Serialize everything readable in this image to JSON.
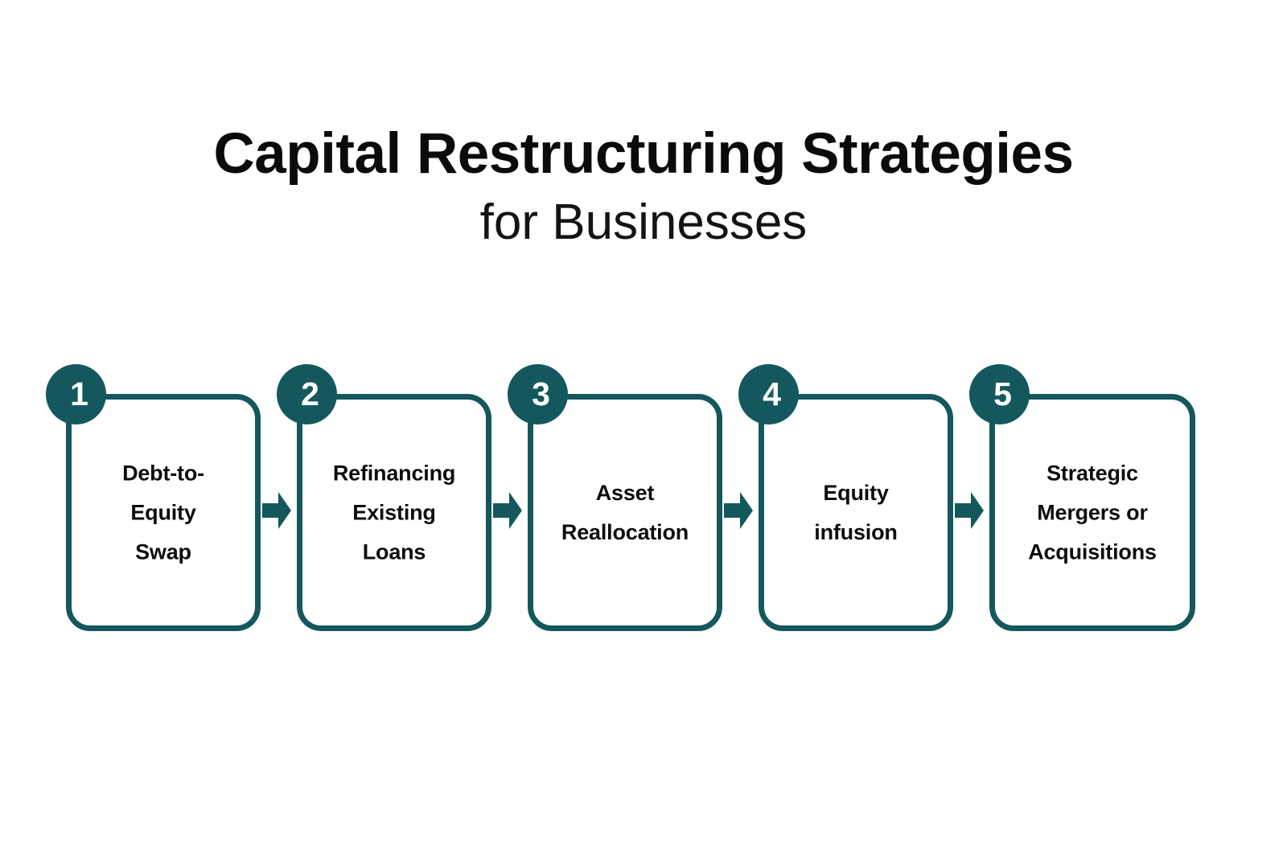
{
  "title": {
    "line1": "Capital Restructuring Strategies",
    "line2": "for Businesses"
  },
  "colors": {
    "accent": "#14585d",
    "text": "#0d0d0d",
    "background": "#ffffff",
    "badge_number": "#ffffff"
  },
  "flow": {
    "arrow_icon": "arrow-right-icon",
    "steps": [
      {
        "number": "1",
        "label": "Debt-to-Equity Swap",
        "lines": [
          "Debt-to-",
          "Equity",
          "Swap"
        ]
      },
      {
        "number": "2",
        "label": "Refinancing Existing Loans",
        "lines": [
          "Refinancing",
          "Existing",
          "Loans"
        ]
      },
      {
        "number": "3",
        "label": "Asset Reallocation",
        "lines": [
          "Asset",
          "Reallocation"
        ]
      },
      {
        "number": "4",
        "label": "Equity infusion",
        "lines": [
          "Equity",
          "infusion"
        ]
      },
      {
        "number": "5",
        "label": "Strategic Mergers or Acquisitions",
        "lines": [
          "Strategic",
          "Mergers or",
          "Acquisitions"
        ]
      }
    ]
  }
}
